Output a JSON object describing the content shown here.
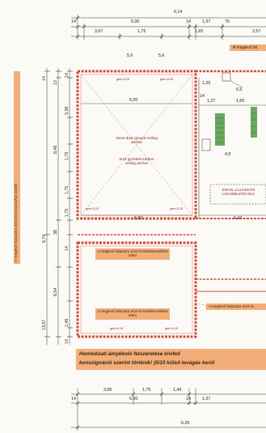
{
  "top_dims": {
    "total": "6,14",
    "row1": [
      "14",
      "6,00",
      "14",
      "1,37",
      "76"
    ],
    "row2": [
      "3,67",
      "1,75",
      "1,65",
      "2,57"
    ]
  },
  "right_top_note": "A meglevő fal",
  "left_vertical_note": "A meglevő falazatra 6/15 fa koszorúhoz kötött",
  "left_dims": [
    "14",
    "3,36",
    "12",
    "14",
    "1,75",
    "8,46",
    "1,75",
    "1,75",
    "38",
    "6,74",
    "14",
    "6,54",
    "1,46",
    "13,57",
    "14"
  ],
  "room1": {
    "dim_50a": "5,6",
    "dim_50b": "5,6",
    "width": "6,00",
    "width_bottom": "6,00",
    "width_right": "6,47",
    "diag_note_1": "stone door ground ceiling anchor",
    "diag_note_2": "5/15 ga kötés körben ceiling anchor",
    "small_labels": [
      "gem-8,15",
      "gem-8,15",
      "gem-6,15",
      "gem-5,15"
    ]
  },
  "right_section": {
    "dims_top": [
      "14",
      "1,37",
      "1,65"
    ],
    "box_note": "ZSK-DL.LLU/12x0.PS LAKÁSBEJÁRÓ OHA",
    "small_dims": [
      "1,25",
      "4,5",
      "6,5"
    ]
  },
  "room2": {
    "note_1": "A meglevő falazatra 6/15 fa kötőelemekhez kötni",
    "note_2": "A meglevő falazatra 6/15 fa kötőelemekhez kötni",
    "right_note": "A meglevő falazatra 6/15 fa",
    "labels": [
      "gem-8,15",
      "gem-6,15"
    ]
  },
  "banner": {
    "line1": "Homlokzati ámyékoló felszerelése kiviteli",
    "line2": "konszignáció szerint történik! (5/15 külső levágás kerül"
  },
  "bottom_dims": {
    "row1": [
      "3,06",
      "1,75",
      "1,44"
    ],
    "row2": [
      "14",
      "6,00",
      "14",
      "1,37"
    ],
    "total": "6,26"
  },
  "colors": {
    "orange": "#f3ad78",
    "red_dash": "#d84a3a",
    "green": "#4f9a44",
    "ink": "#222222"
  }
}
